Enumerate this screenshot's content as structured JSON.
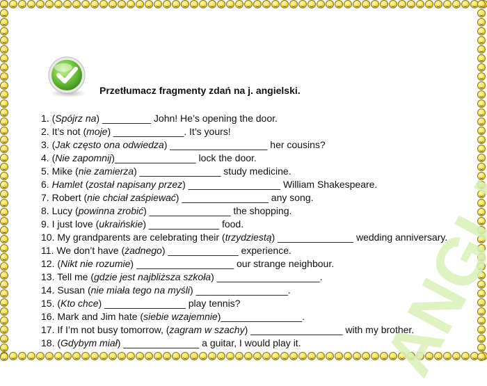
{
  "title": "Przetłumacz fragmenty zdań na j. angielski.",
  "watermark_text": "ANGLISTKA",
  "items": [
    {
      "n": "1.",
      "parts": [
        {
          "t": "("
        },
        {
          "t": "Spójrz na",
          "i": true
        },
        {
          "t": ") _________ John! He’s opening the door."
        }
      ]
    },
    {
      "n": "2.",
      "parts": [
        {
          "t": "It’s not ("
        },
        {
          "t": "moje",
          "i": true
        },
        {
          "t": ") _____________. It’s yours!"
        }
      ]
    },
    {
      "n": "3.",
      "parts": [
        {
          "t": "("
        },
        {
          "t": "Jak często ona odwiedza",
          "i": true
        },
        {
          "t": ") __________________ her cousins?"
        }
      ]
    },
    {
      "n": "4.",
      "parts": [
        {
          "t": "("
        },
        {
          "t": "Nie zapomnij",
          "i": true
        },
        {
          "t": ")_______________ lock the door."
        }
      ]
    },
    {
      "n": "5.",
      "parts": [
        {
          "t": "Mike ("
        },
        {
          "t": "nie zamierza",
          "i": true
        },
        {
          "t": ") _______________ study medicine."
        }
      ]
    },
    {
      "n": "6.",
      "parts": [
        {
          "t": "Hamlet",
          "i": true
        },
        {
          "t": " ("
        },
        {
          "t": "został napisany przez",
          "i": true
        },
        {
          "t": ") _________________ William Shakespeare."
        }
      ]
    },
    {
      "n": "7.",
      "parts": [
        {
          "t": "Robert ("
        },
        {
          "t": "nie chciał zaśpiewać",
          "i": true
        },
        {
          "t": ") ________________ any song."
        }
      ]
    },
    {
      "n": "8.",
      "parts": [
        {
          "t": "Lucy ("
        },
        {
          "t": "powinna zrobić",
          "i": true
        },
        {
          "t": ") _______________ the shopping."
        }
      ]
    },
    {
      "n": "9.",
      "parts": [
        {
          "t": "I just love ("
        },
        {
          "t": "ukraińskie",
          "i": true
        },
        {
          "t": ") _____________ food."
        }
      ]
    },
    {
      "n": "10.",
      "parts": [
        {
          "t": "My grandparents are celebrating their ("
        },
        {
          "t": "trzydziestą",
          "i": true
        },
        {
          "t": ") ______________ wedding anniversary."
        }
      ]
    },
    {
      "n": "11.",
      "parts": [
        {
          "t": "We don’t have ("
        },
        {
          "t": "żadnego",
          "i": true
        },
        {
          "t": ") _____________ experience."
        }
      ]
    },
    {
      "n": "12.",
      "parts": [
        {
          "t": "("
        },
        {
          "t": "Nikt nie rozumie",
          "i": true
        },
        {
          "t": ") __________________ our strange neighbour."
        }
      ]
    },
    {
      "n": "13.",
      "parts": [
        {
          "t": "Tell me ("
        },
        {
          "t": "gdzie jest najbliższa szkoła",
          "i": true
        },
        {
          "t": ") ___________________."
        }
      ]
    },
    {
      "n": "14.",
      "parts": [
        {
          "t": "Susan ("
        },
        {
          "t": "nie miała tego na myśli",
          "i": true
        },
        {
          "t": ") _________________."
        }
      ]
    },
    {
      "n": "15.",
      "parts": [
        {
          "t": "("
        },
        {
          "t": "Kto chce",
          "i": true
        },
        {
          "t": ") _______________ play tennis?"
        }
      ]
    },
    {
      "n": "16.",
      "parts": [
        {
          "t": "Mark and Jim hate ("
        },
        {
          "t": "siebie wzajemnie",
          "i": true
        },
        {
          "t": ")_______________."
        }
      ]
    },
    {
      "n": "17.",
      "parts": [
        {
          "t": "If I’m not busy tomorrow, ("
        },
        {
          "t": "zagram w szachy",
          "i": true
        },
        {
          "t": ") _________________ with my brother."
        }
      ]
    },
    {
      "n": "18.",
      "parts": [
        {
          "t": "("
        },
        {
          "t": "Gdybym miał",
          "i": true
        },
        {
          "t": ") ______________ a guitar, I would play it."
        }
      ]
    }
  ],
  "colors": {
    "watermark": "#d9f0b8",
    "check_green": "#6cc23a",
    "smiley_yellow": "#f2e05a"
  },
  "icons": {
    "check": "check-icon",
    "border": "smiley-face-icon"
  }
}
